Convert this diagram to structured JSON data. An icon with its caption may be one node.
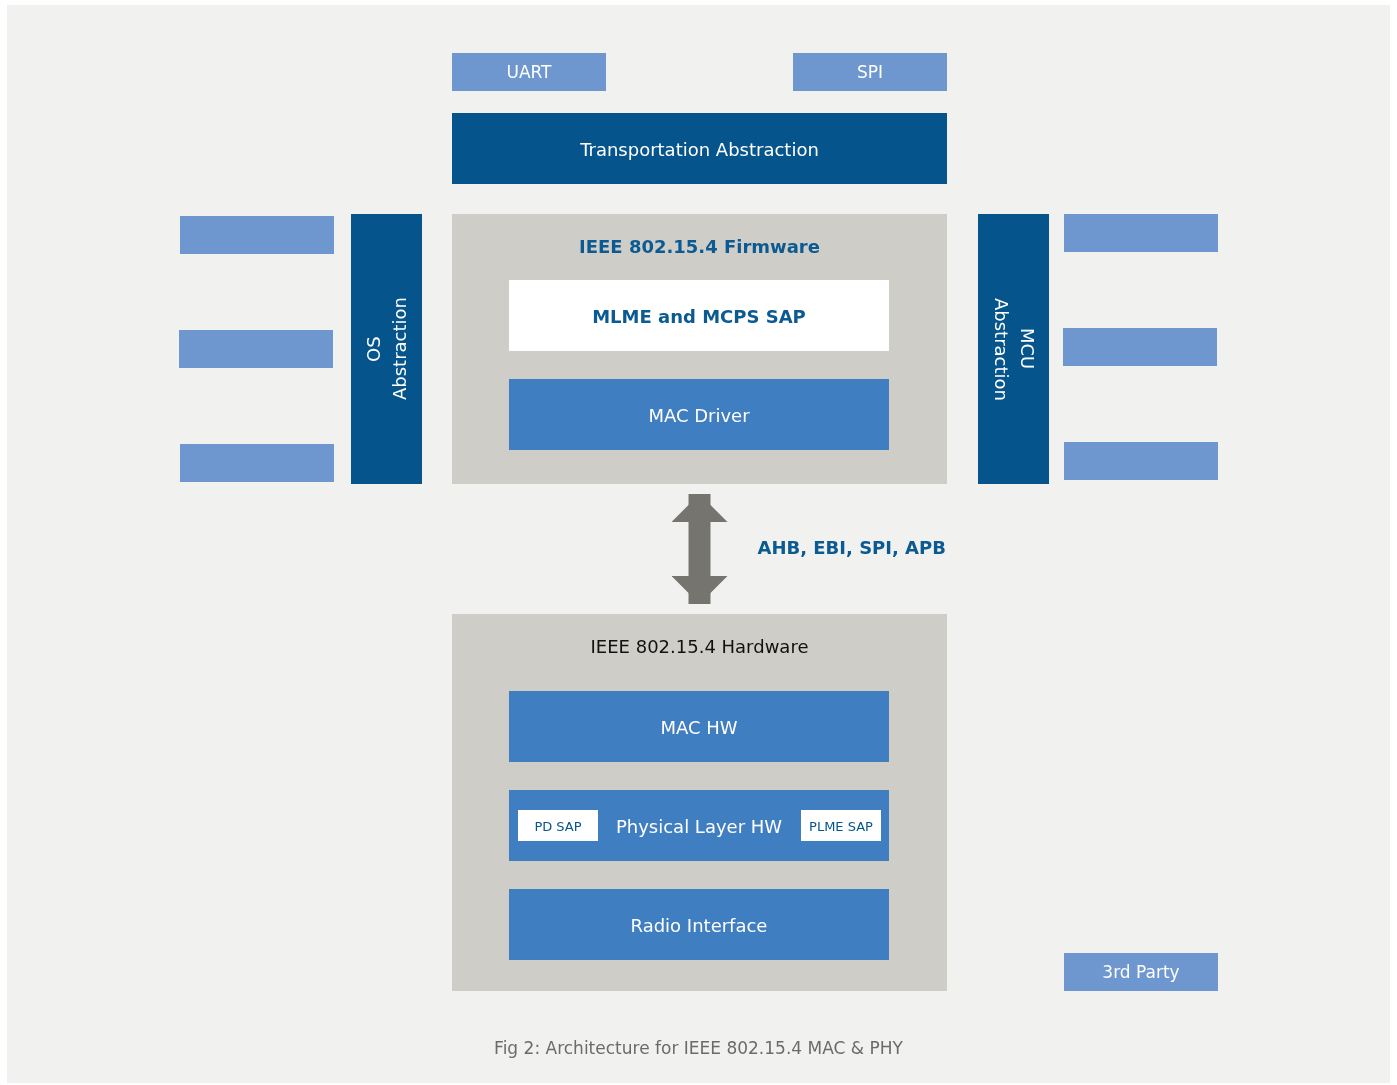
{
  "diagram": {
    "caption": "Fig 2: Architecture for IEEE 802.15.4 MAC & PHY",
    "nodes": [
      {
        "text": [
          "UART"
        ]
      },
      {
        "text": [
          "SPI"
        ]
      },
      {
        "text": [
          "Transportation Abstraction"
        ]
      },
      {
        "text": [],
        "shape": "box"
      },
      {
        "text": [],
        "shape": "box"
      },
      {
        "text": [],
        "shape": "box"
      },
      {
        "text": [
          "OS Abstraction"
        ]
      },
      {
        "text": [
          "IEEE 802.15.4 Firmware"
        ]
      },
      {
        "text": [
          "MLME and MCPS SAP"
        ],
        "in": 7
      },
      {
        "text": [
          "MAC Driver"
        ],
        "in": 7
      },
      {
        "text": [
          "MCU Abstraction"
        ]
      },
      {
        "text": [],
        "shape": "box"
      },
      {
        "text": [],
        "shape": "box"
      },
      {
        "text": [],
        "shape": "box"
      },
      {
        "text": [
          "IEEE 802.15.4 Hardware"
        ]
      },
      {
        "text": [
          "MAC HW"
        ],
        "in": 14
      },
      {
        "text": [
          "Physical Layer HW"
        ],
        "in": 14
      },
      {
        "text": [
          "PD SAP"
        ],
        "in": 16
      },
      {
        "text": [
          "PLME SAP"
        ],
        "in": 16
      },
      {
        "text": [
          "Radio Interface"
        ],
        "in": 14
      },
      {
        "text": [
          "3rd Party"
        ]
      }
    ],
    "edges": [
      {
        "from": 7,
        "to": 14,
        "arrow": "both",
        "label": "AHB, EBI, SPI, APB"
      }
    ]
  }
}
